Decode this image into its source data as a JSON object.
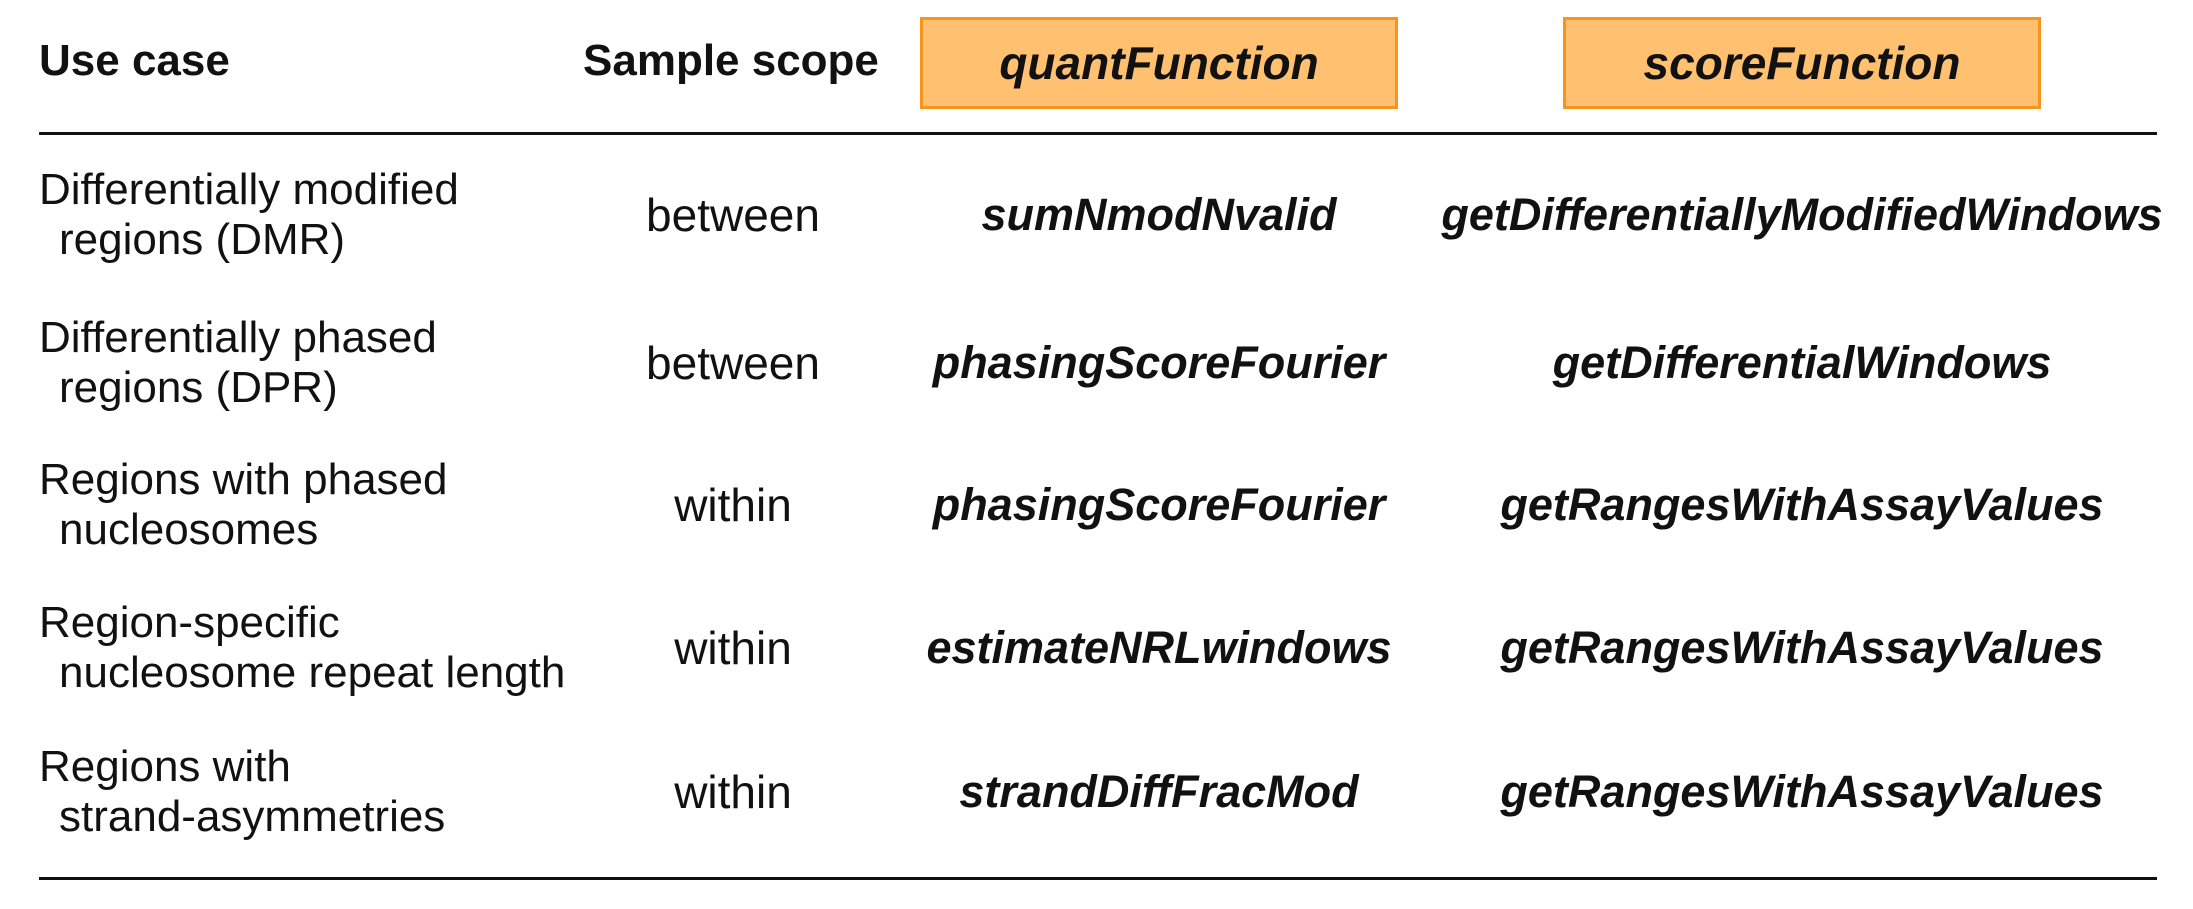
{
  "headers": {
    "use_case": "Use case",
    "sample_scope": "Sample scope",
    "quant_function": "quantFunction",
    "score_function": "scoreFunction"
  },
  "colors": {
    "header_box_fill": "#FFC170",
    "header_box_border": "#F7941D"
  },
  "rows": [
    {
      "use_case_line1": "Differentially modified",
      "use_case_line2": "regions (DMR)",
      "sample_scope": "between",
      "quant_function": "sumNmodNvalid",
      "score_function": "getDifferentiallyModifiedWindows"
    },
    {
      "use_case_line1": "Differentially phased",
      "use_case_line2": "regions (DPR)",
      "sample_scope": "between",
      "quant_function": "phasingScoreFourier",
      "score_function": "getDifferentialWindows"
    },
    {
      "use_case_line1": "Regions with phased",
      "use_case_line2": "nucleosomes",
      "sample_scope": "within",
      "quant_function": "phasingScoreFourier",
      "score_function": "getRangesWithAssayValues"
    },
    {
      "use_case_line1": "Region-specific",
      "use_case_line2": "nucleosome repeat length",
      "sample_scope": "within",
      "quant_function": "estimateNRLwindows",
      "score_function": "getRangesWithAssayValues"
    },
    {
      "use_case_line1": "Regions with",
      "use_case_line2": "strand-asymmetries",
      "sample_scope": "within",
      "quant_function": "strandDiffFracMod",
      "score_function": "getRangesWithAssayValues"
    }
  ]
}
